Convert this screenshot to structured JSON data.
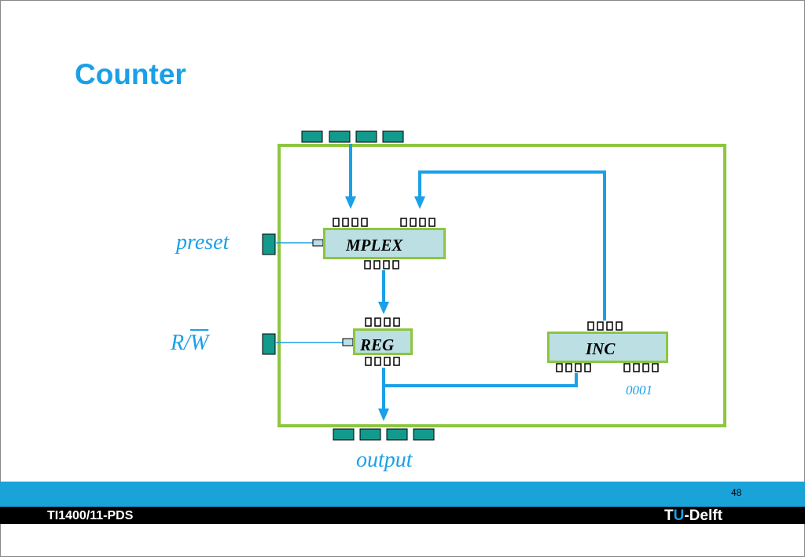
{
  "slide": {
    "title": "Counter",
    "page_number": "48",
    "course_code": "TI1400/11-PDS"
  },
  "logo": {
    "part1": "T",
    "part2": "U",
    "part3": "-Delft"
  },
  "diagram": {
    "blocks": {
      "mplex": "MPLEX",
      "reg": "REG",
      "inc": "INC"
    },
    "signals": {
      "preset": "preset",
      "rw_r": "R/",
      "rw_w": "W",
      "output": "output",
      "constant": "0001"
    }
  },
  "colors": {
    "accent_blue": "#1aa0e8",
    "border_green": "#8cc63f",
    "pin_teal": "#129a8c",
    "block_fill": "#bcdfe4",
    "footer_band": "#19a3d9"
  }
}
